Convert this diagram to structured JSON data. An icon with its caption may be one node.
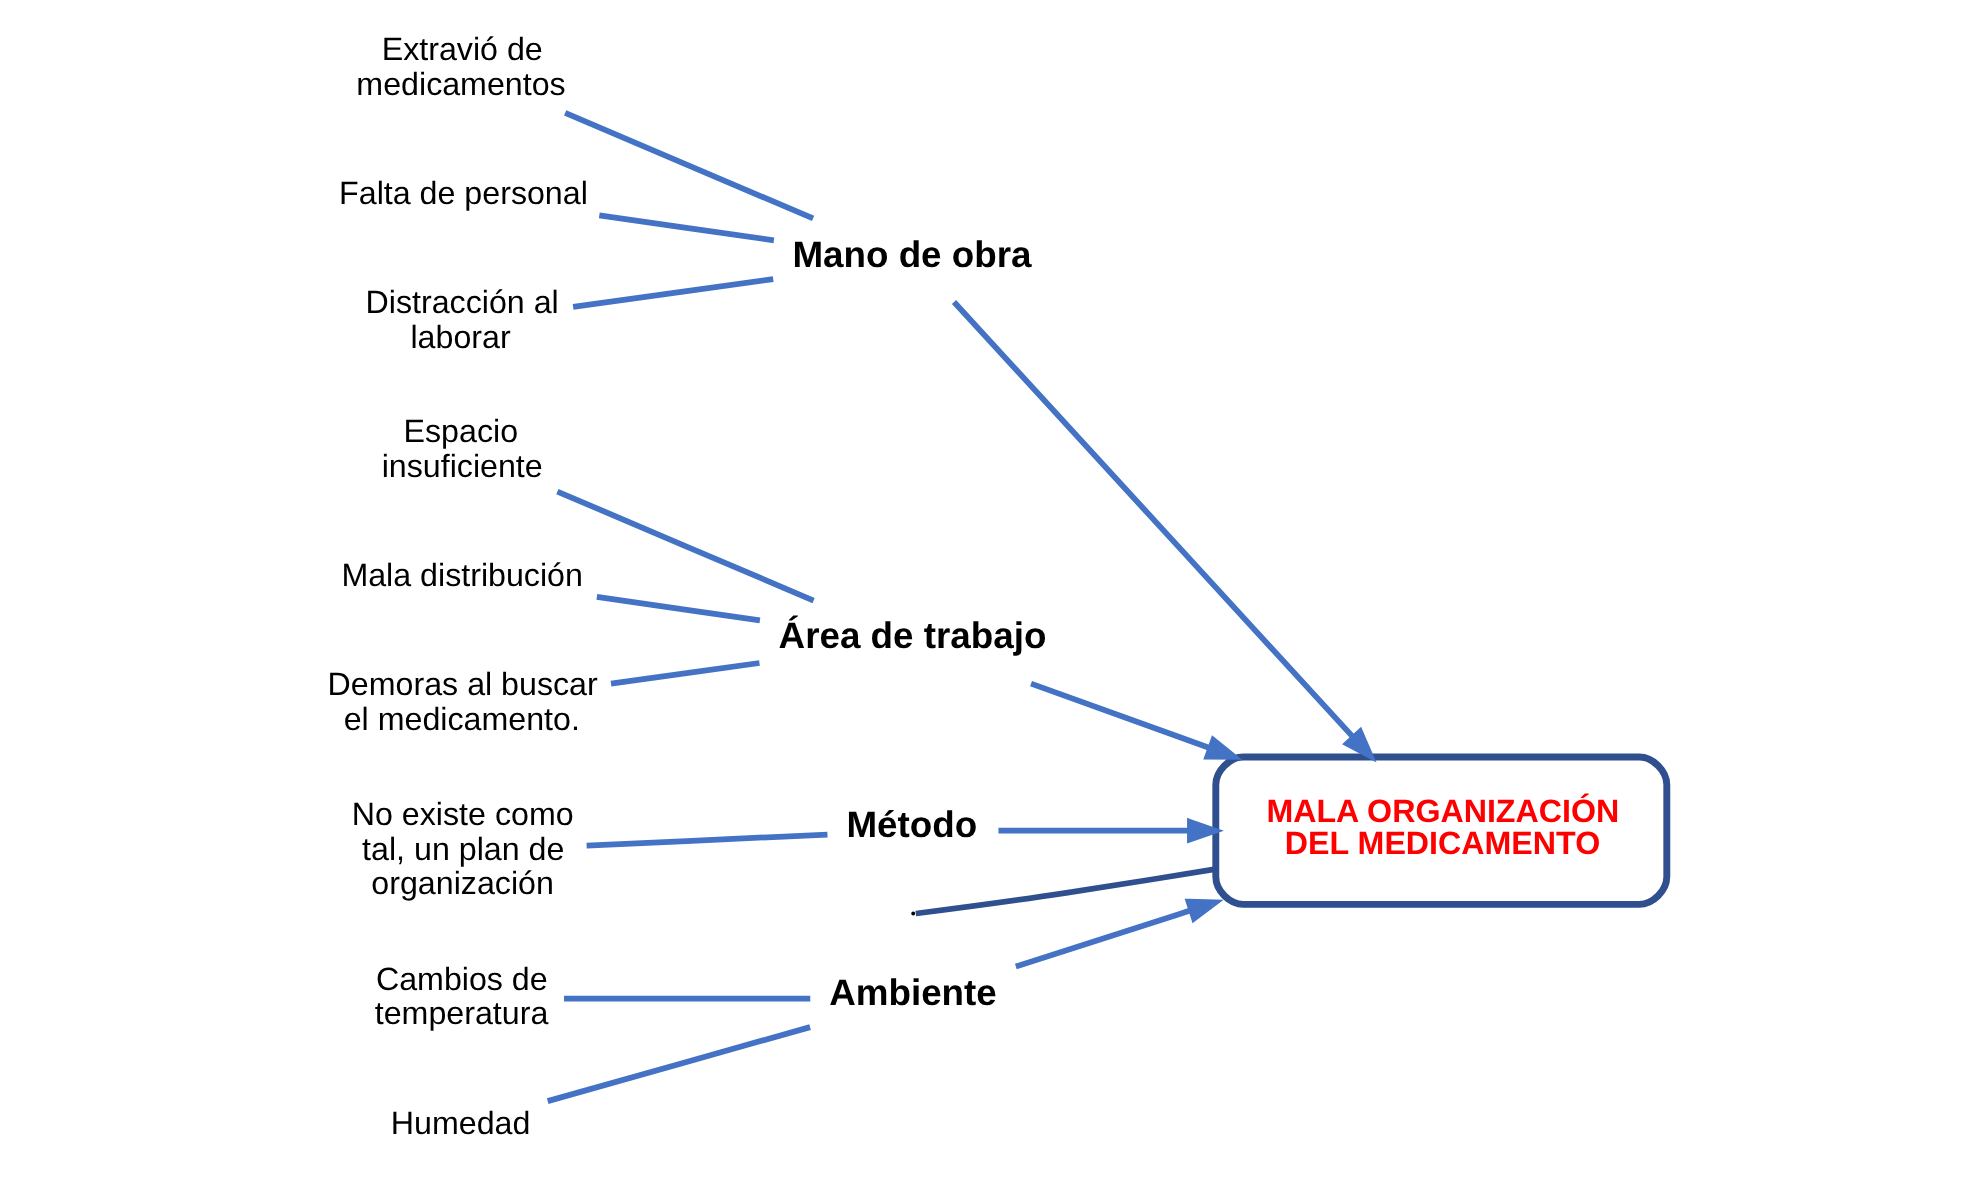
{
  "diagram": {
    "nodes": [
      {
        "text": [
          "Ambiente"
        ]
      },
      {
        "text": [
          "Mano de obra"
        ]
      },
      {
        "text": [
          "Cambios de temperatura"
        ]
      },
      {
        "text": [
          "Extravió de medicamentos"
        ]
      },
      {
        "text": [
          "Falta de personal"
        ]
      },
      {
        "text": [
          "Humedad"
        ]
      },
      {
        "text": [
          "Distracción al laborar"
        ]
      },
      {
        "text": [
          "MALA ORGANIZACIÓN DEL MEDICAMENTO"
        ]
      },
      {
        "text": [
          "Espacio insuficiente"
        ]
      },
      {
        "text": [
          "No existe como tal, un plan de organización"
        ]
      },
      {
        "text": [
          "Mala distribución"
        ]
      },
      {
        "text": [
          "Demoras al buscar el medicamento."
        ]
      },
      {
        "text": [
          "Área de trabajo"
        ]
      },
      {
        "text": [
          "Método"
        ]
      }
    ],
    "edges": [
      {
        "from": 2,
        "to": 0,
        "arrow": "none"
      },
      {
        "from": 5,
        "to": 0,
        "arrow": "none"
      },
      {
        "from": 3,
        "to": 1,
        "arrow": "none"
      },
      {
        "from": 4,
        "to": 1,
        "arrow": "none"
      },
      {
        "from": 6,
        "to": 1,
        "arrow": "none"
      },
      {
        "from": 8,
        "to": 12,
        "arrow": "none"
      },
      {
        "from": 10,
        "to": 12,
        "arrow": "none"
      },
      {
        "from": 11,
        "to": 12,
        "arrow": "none"
      },
      {
        "from": 9,
        "to": 13,
        "arrow": "none"
      },
      {
        "from": 0,
        "to": 7,
        "arrow": "to"
      },
      {
        "from": 1,
        "to": 7,
        "arrow": "to"
      },
      {
        "from": 12,
        "to": 7,
        "arrow": "to"
      },
      {
        "from": 13,
        "to": 7,
        "arrow": "to"
      },
      {
        "from": null,
        "to": 7,
        "arrow": "none",
        "color": "#2f4f8f"
      }
    ]
  }
}
